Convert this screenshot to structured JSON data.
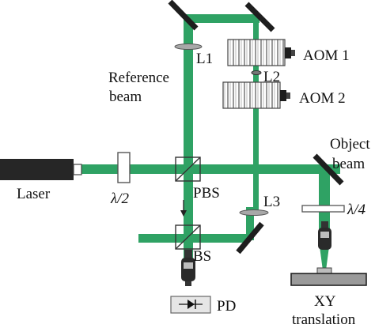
{
  "diagram": {
    "colors": {
      "beam": "#2fa264",
      "component_dark": "#222222",
      "component_gray": "#9a9a9a",
      "background": "#ffffff"
    },
    "labels": {
      "laser": "Laser",
      "half_wave": "λ/2",
      "pbs": "PBS",
      "bs": "BS",
      "pd": "PD",
      "l1": "L1",
      "l2": "L2",
      "l3": "L3",
      "aom1": "AOM 1",
      "aom2": "AOM 2",
      "reference_beam_line1": "Reference",
      "reference_beam_line2": "beam",
      "object_beam_line1": "Object",
      "object_beam_line2": "beam",
      "quarter_wave": "λ/4",
      "xy_line1": "XY",
      "xy_line2": "translation"
    }
  }
}
